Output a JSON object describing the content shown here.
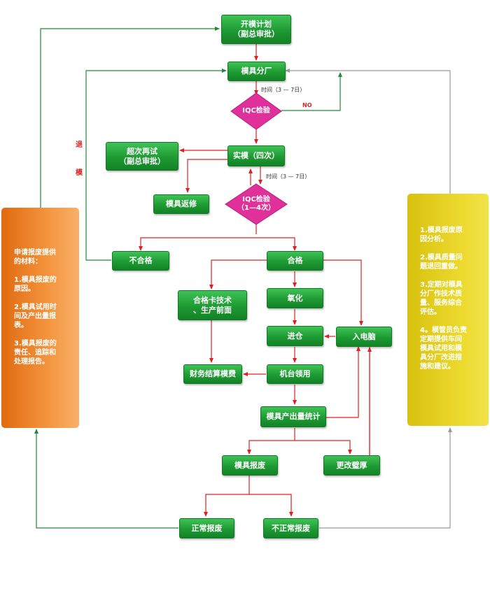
{
  "nodes": {
    "kaimo": "开模计划\n（副总审批）",
    "moju_fenchang": "模具分厂",
    "iqc1": "IQC检验",
    "shimo": "实模（四次）",
    "chaoci": "超次再试\n（副总审批）",
    "moju_fanxiu": "模具返修",
    "iqc2": "IQC检验\n（1—4次）",
    "buhege": "不合格",
    "hege": "合格",
    "hegeka": "合格卡技术\n、生产前面",
    "yanghua": "氧化",
    "jincang": "进仓",
    "rudiannao": "入电脑",
    "caiwu": "财务结算模费",
    "jitai": "机台领用",
    "chanchu": "模具产出量统计",
    "baofei": "模具报废",
    "genggai": "更改璧厚",
    "zhengchang": "正常报废",
    "buzhengchang": "不正常报废"
  },
  "notes": {
    "time1": "时间（3 — 7日）",
    "time2": "时间（3 — 7日）",
    "no": "NO",
    "tui": "退",
    "mo": "模"
  },
  "left_panel": "申请报废提供\n的材料：\n\n1.模具报废的\n原因。\n\n2.模具试用时\n间及产出量报\n表。\n\n3.模具报废的\n责任、追踪和\n处理报告。",
  "right_panel": "1.模具报废原\n因分析。\n\n2.模具质量问\n题退回重做。\n\n3.定期对模具\n分厂作技术质\n量、服务综合\n评估。\n\n4。模管员负责\n定期提供车间\n模具试用和模\n具分厂改进措\n施和建议。",
  "colors": {
    "box_green": "#1e9a33",
    "diamond_magenta": "#e0309a",
    "arrow_red": "#e02020",
    "arrow_green": "#1e8a3a",
    "arrow_gray": "#999999",
    "left_orange": "#e06a10",
    "right_yellow": "#dcc614"
  }
}
